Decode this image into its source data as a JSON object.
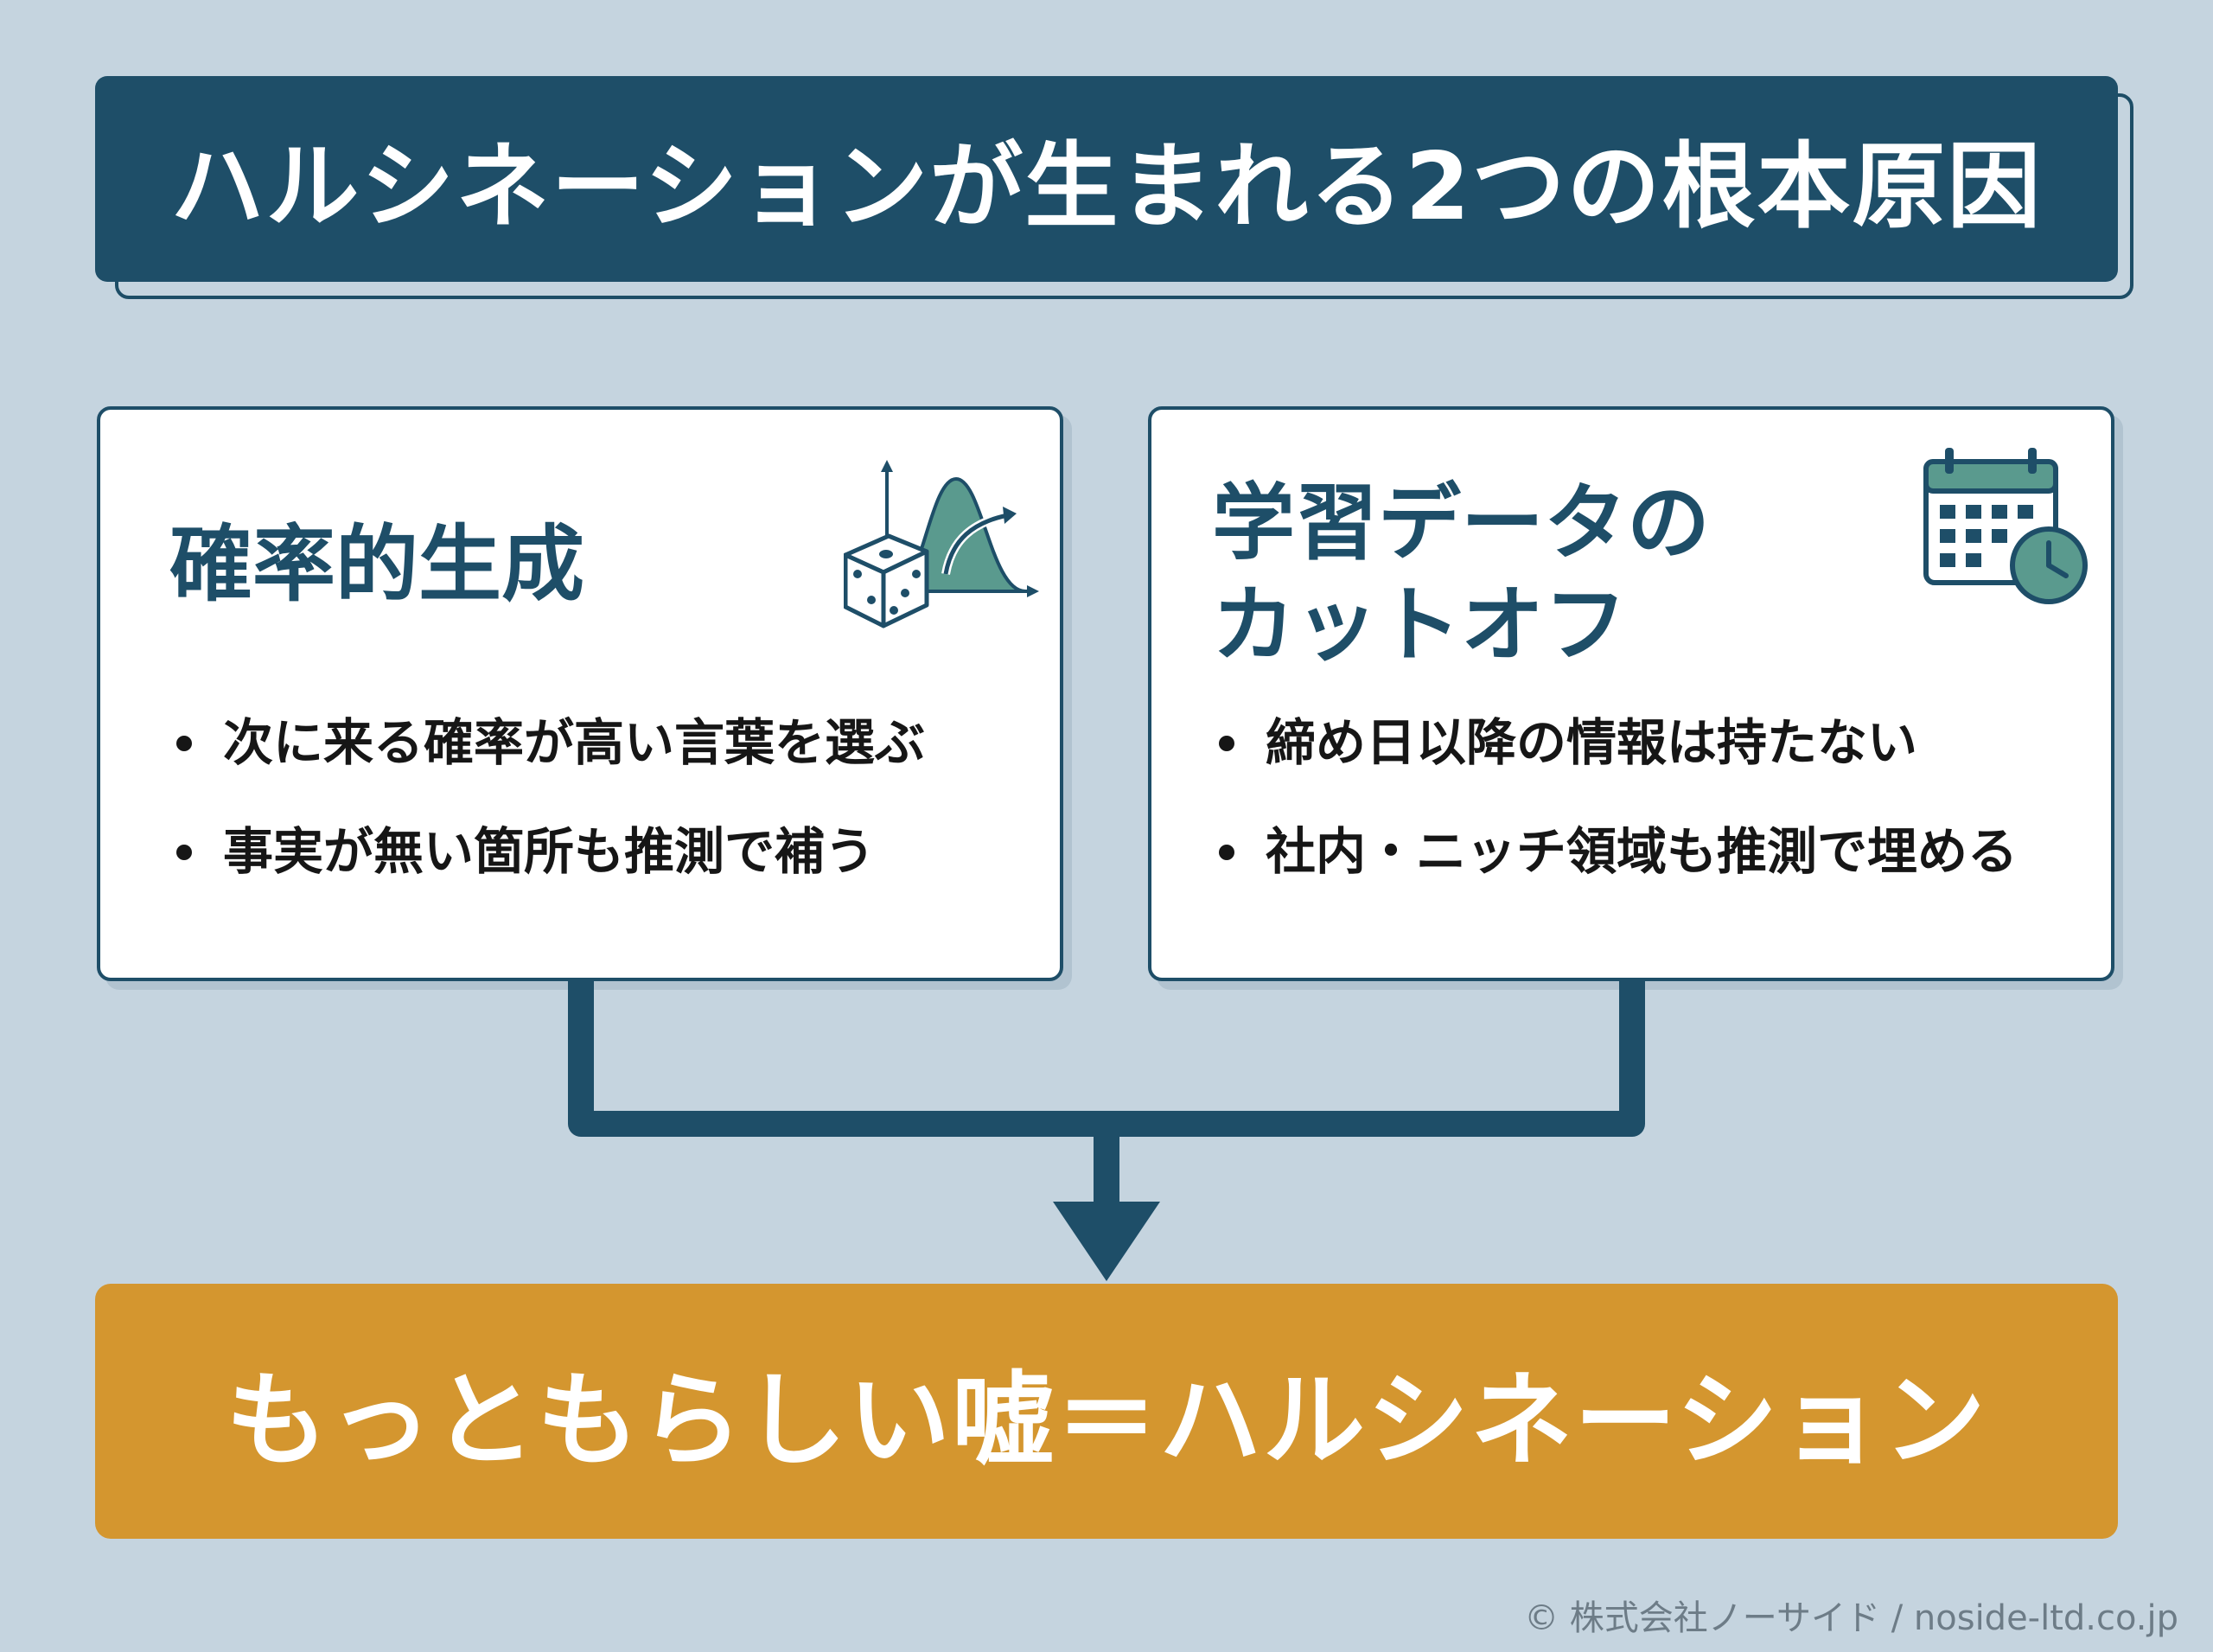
{
  "title": "ハルシネーションが生まれる2つの根本原因",
  "cards": [
    {
      "title_lines": [
        "確率的生成"
      ],
      "icon": "dice-distribution-icon",
      "bullets": [
        "次に来る確率が高い言葉を選ぶ",
        "事実が無い箇所も推測で補う"
      ]
    },
    {
      "title_lines": [
        "学習データの",
        "カットオフ"
      ],
      "icon": "calendar-clock-icon",
      "bullets": [
        "締め日以降の情報は持たない",
        "社内・ニッチ領域も推測で埋める"
      ]
    }
  ],
  "result": "もっともらしい嘘＝ハルシネーション",
  "copyright": "© 株式会社ノーサイド / noside-ltd.co.jp",
  "colors": {
    "background": "#c5d4df",
    "navy": "#1e4e68",
    "teal": "#5a9a8e",
    "accent": "#d4962f"
  }
}
